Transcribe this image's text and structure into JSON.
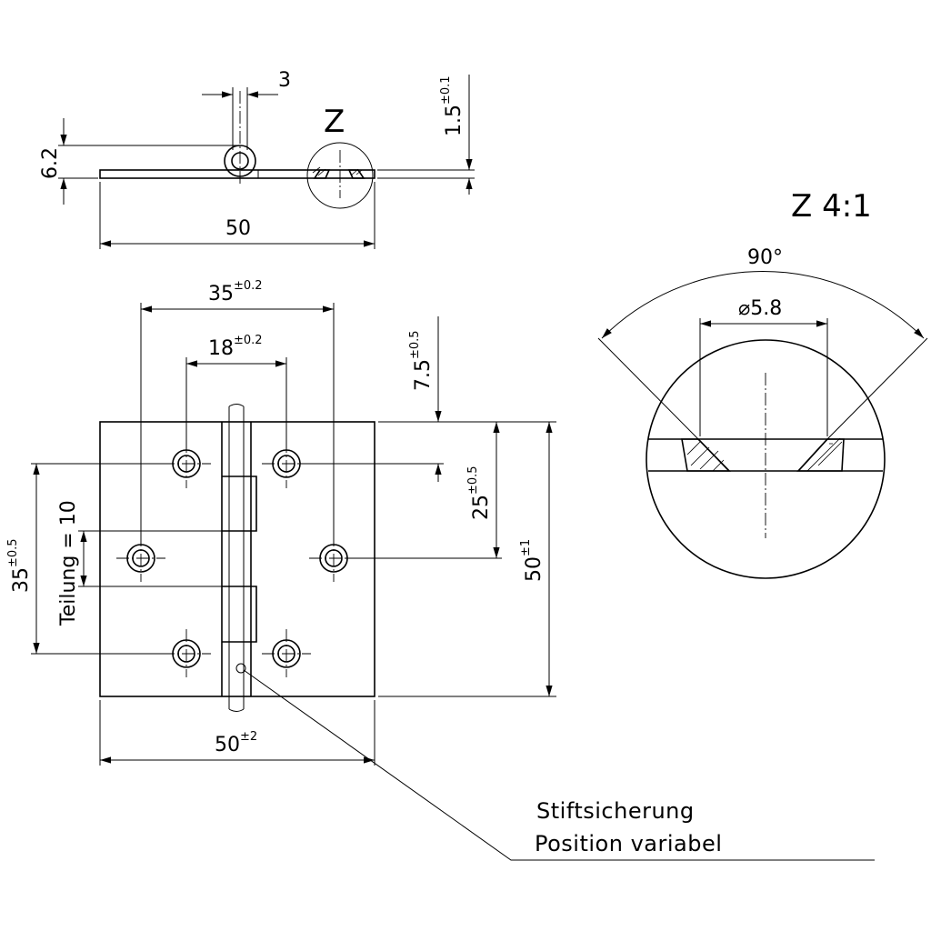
{
  "side_view": {
    "dim_pin": "3",
    "dim_thickness": "1.5",
    "dim_thickness_tol": "±0.1",
    "dim_height": "6.2",
    "dim_width": "50",
    "detail_label": "Z"
  },
  "front_view": {
    "dim_outer_holes": "35",
    "dim_outer_holes_tol": "±0.2",
    "dim_inner_holes": "18",
    "dim_inner_holes_tol": "±0.2",
    "dim_top_offset": "7.5",
    "dim_top_offset_tol": "±0.5",
    "dim_mid_offset": "25",
    "dim_mid_offset_tol": "±0.5",
    "dim_height": "50",
    "dim_height_tol": "±1",
    "dim_left_holes": "35",
    "dim_left_holes_tol": "±0.5",
    "pitch_label": "Teilung = 10",
    "dim_width": "50",
    "dim_width_tol": "±2"
  },
  "detail_view": {
    "title": "Z 4:1",
    "angle": "90°",
    "diameter": "⌀5.8"
  },
  "note": {
    "line1": "Stiftsicherung",
    "line2": "Position variabel"
  }
}
